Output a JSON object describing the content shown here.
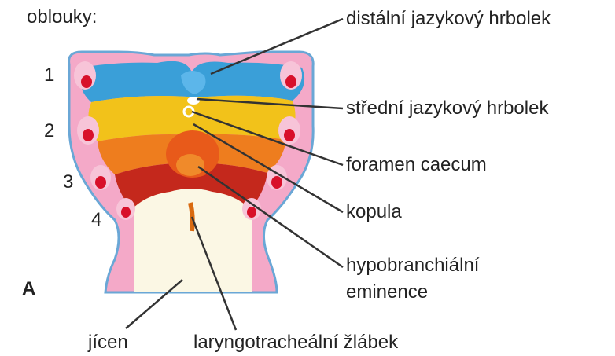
{
  "heading": "oblouky:",
  "panel_letter": "A",
  "arch_numbers": [
    "1",
    "2",
    "3",
    "4"
  ],
  "labels": {
    "distal_tongue_bud": "distální jazykový hrbolek",
    "median_tongue_bud": "střední jazykový hrbolek",
    "foramen_caecum": "foramen caecum",
    "copula": "kopula",
    "hypobranchial_eminence_1": "hypobranchiální",
    "hypobranchial_eminence_2": "eminence",
    "esophagus": "jícen",
    "laryngotracheal_groove": "laryngotracheální žlábek"
  },
  "colors": {
    "arch1": "#3a9fd8",
    "arch2": "#f2c21a",
    "arch3": "#ee7d1e",
    "arch4": "#c4281c",
    "mesenchyme": "#f4a9c8",
    "background_tissue": "#fbf7e4",
    "leader": "#333333"
  }
}
